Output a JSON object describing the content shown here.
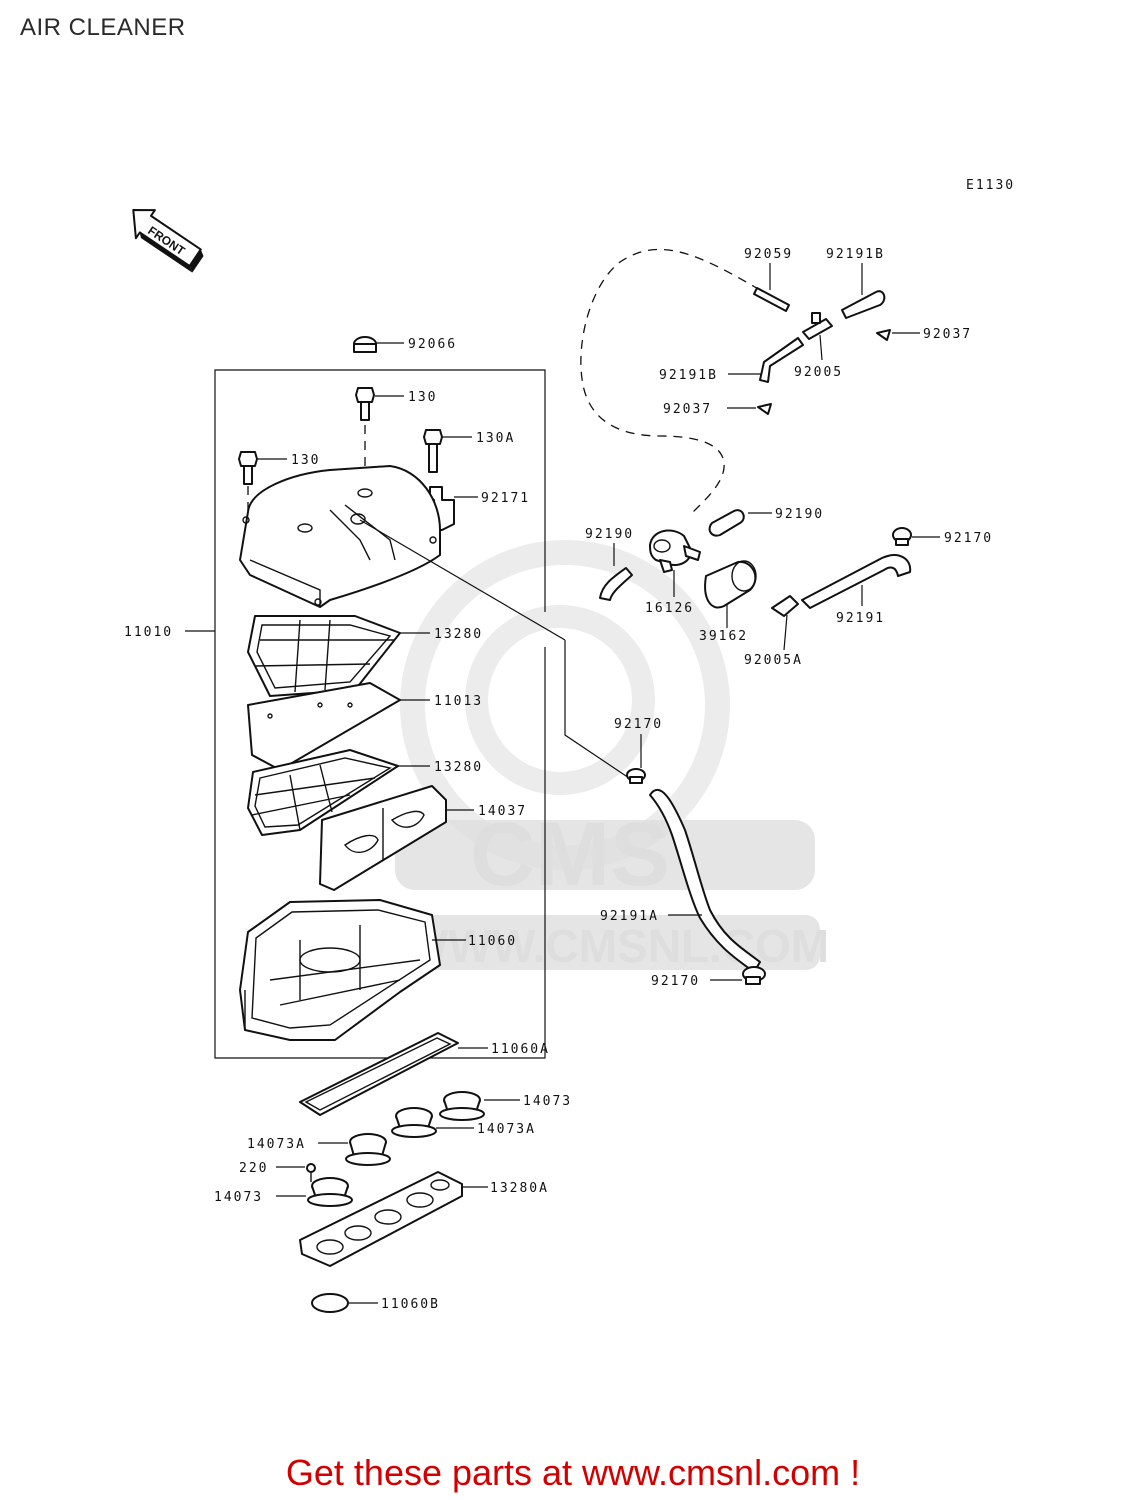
{
  "page": {
    "title": "AIR CLEANER",
    "diagram_code": "E1130",
    "front_label": "FRONT"
  },
  "watermark": {
    "brand": "CMS",
    "url": "WWW.CMSNL.COM"
  },
  "callouts": {
    "p92066": "92066",
    "p130_top": "130",
    "p130_left": "130",
    "p130A": "130A",
    "p92171": "92171",
    "p11010": "11010",
    "p13280_top": "13280",
    "p11013": "11013",
    "p13280_mid": "13280",
    "p14037": "14037",
    "p11060": "11060",
    "p11060A": "11060A",
    "p14073_right": "14073",
    "p14073A_right": "14073A",
    "p14073A_left": "14073A",
    "p220": "220",
    "p14073_left": "14073",
    "p13280A": "13280A",
    "p11060B": "11060B",
    "p92059": "92059",
    "p92191B_top": "92191B",
    "p92037_top": "92037",
    "p92191B_mid": "92191B",
    "p92005": "92005",
    "p92037_mid": "92037",
    "p92190_right": "92190",
    "p92190_left": "92190",
    "p16126": "16126",
    "p39162": "39162",
    "p92005A": "92005A",
    "p92170_top": "92170",
    "p92191": "92191",
    "p92170_mid": "92170",
    "p92191A": "92191A",
    "p92170_bottom": "92170"
  },
  "footer": {
    "cta": "Get these parts at www.cmsnl.com !"
  },
  "colors": {
    "line": "#111111",
    "watermark": "#dcdcdc",
    "cta": "#d20000"
  }
}
